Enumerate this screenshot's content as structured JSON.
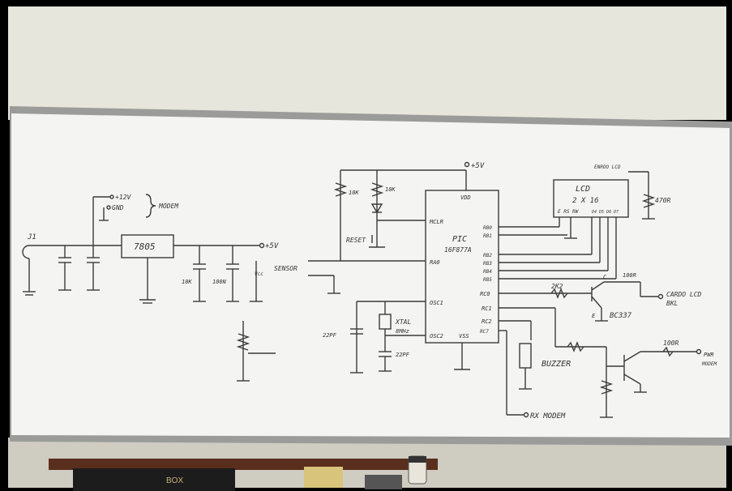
{
  "colors": {
    "wall": "#e9e8de",
    "board": "#f3f3f1",
    "frame": "#9a9b98",
    "ink": "#3a3a3a",
    "ledge": "#5a2e1c"
  },
  "schematic": {
    "labels": {
      "j1": "J1",
      "regulator": "7805",
      "plus5v_left": "+5V",
      "cap_10k": "10K",
      "cap_100n": "100N",
      "led_small": "Vcc",
      "modem_12v": "+12V",
      "modem_gnd": "GND",
      "modem": "MODEM",
      "sensor": "SENSOR",
      "res_10k_a": "10K",
      "res_10k_b": "10K",
      "reset": "RESET",
      "plus5v_top": "+5V",
      "vdd": "VDD",
      "mclr": "MCLR",
      "pic": "PIC",
      "pic_model": "16F877A",
      "ra0": "RA0",
      "osc1": "OSC1",
      "osc2": "OSC2",
      "vss": "VSS",
      "rb0": "RB0",
      "rb1": "RB1",
      "rb2": "RB2",
      "rb3": "RB3",
      "rb4": "RB4",
      "rb5": "RB5",
      "rc0": "RC0",
      "rc1": "RC1",
      "rc2": "RC2",
      "rc7": "RC7",
      "xtal": "XTAL",
      "xtal_freq": "8MHz",
      "cap_22pf_a": "22PF",
      "cap_22pf_b": "22PF",
      "lcd": "LCD",
      "lcd_size": "2 X 16",
      "lcd_header": "ENROO LCD",
      "lcd_pins": "E RS RW",
      "lcd_data": "D4 D5 D6 D7",
      "res_470r": "470R",
      "res_2k2": "2K2",
      "res_100r_a": "100R",
      "card_lcd": "CARDO LCD",
      "bkl": "BKL",
      "bc337": "BC337",
      "transistor_c": "C",
      "transistor_e": "E",
      "buzzer": "BUZZER",
      "res_100r_b": "100R",
      "pwr": "PWR",
      "pwr_modem": "MODEM",
      "rx_modem": "RX MODEM"
    }
  },
  "objects": {
    "book_text": "BOX"
  }
}
